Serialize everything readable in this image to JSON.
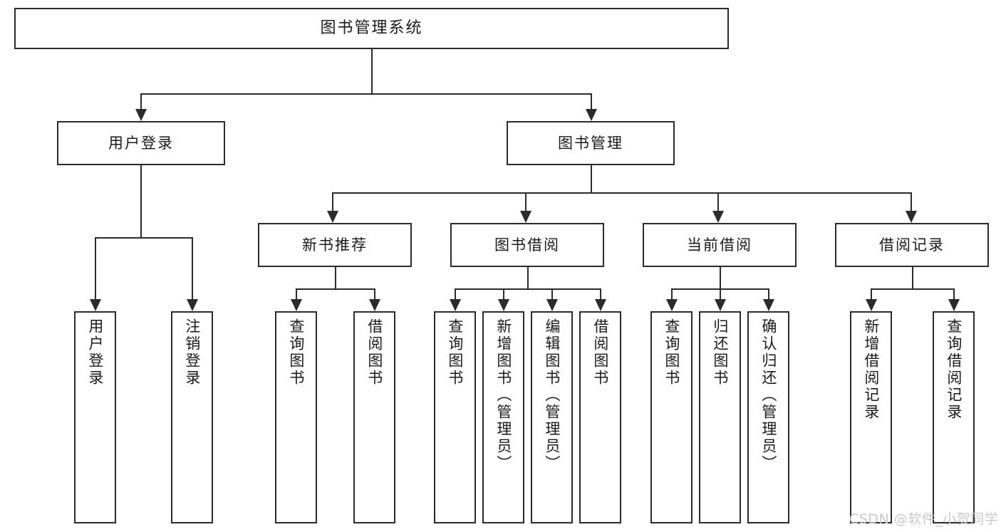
{
  "diagram": {
    "title": "图书管理系统",
    "type": "hierarchy-tree",
    "root": {
      "label": "图书管理系统"
    },
    "level2": [
      {
        "label": "用户登录"
      },
      {
        "label": "图书管理"
      }
    ],
    "level3": [
      {
        "label": "新书推荐"
      },
      {
        "label": "图书借阅"
      },
      {
        "label": "当前借阅"
      },
      {
        "label": "借阅记录"
      }
    ],
    "leaves": {
      "user_login": [
        {
          "label": "用户登录"
        },
        {
          "label": "注销登录"
        }
      ],
      "new_book_recommend": [
        {
          "label": "查询图书"
        },
        {
          "label": "借阅图书"
        }
      ],
      "book_borrow": [
        {
          "label": "查询图书"
        },
        {
          "label": "新增图书（管理员）"
        },
        {
          "label": "编辑图书（管理员）"
        },
        {
          "label": "借阅图书"
        }
      ],
      "current_borrow": [
        {
          "label": "查询图书"
        },
        {
          "label": "归还图书"
        },
        {
          "label": "确认归还（管理员）"
        }
      ],
      "borrow_record": [
        {
          "label": "新增借阅记录"
        },
        {
          "label": "查询借阅记录"
        }
      ]
    },
    "watermark": "CSDN @软件_小贺同学",
    "colors": {
      "stroke": "#2b2b2b",
      "fill": "#ffffff",
      "text": "#1a1a1a",
      "watermark": "#c9c9c9"
    }
  }
}
